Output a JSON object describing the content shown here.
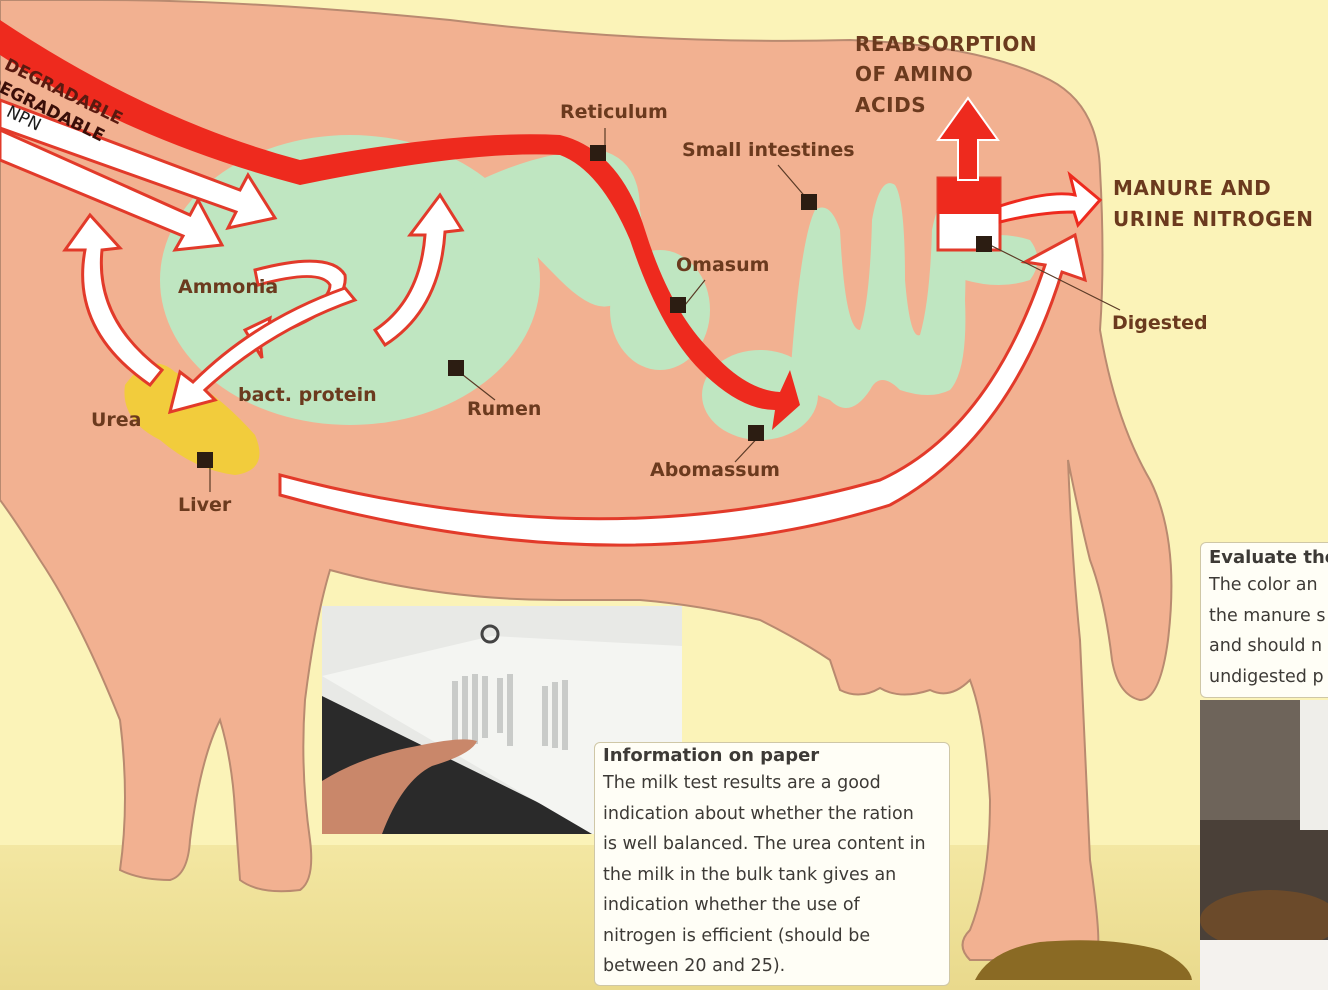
{
  "arrow_labels": {
    "degradable_1": "DEGRADABLE",
    "degradable_2": "DEGRADABLE",
    "npn": "NPN"
  },
  "organs": {
    "reticulum": "Reticulum",
    "small_intestines": "Small intestines",
    "omasum": "Omasum",
    "abomassum": "Abomassum",
    "rumen": "Rumen",
    "ammonia": "Ammonia",
    "bact_protein": "bact. protein",
    "urea": "Urea",
    "liver": "Liver",
    "digested": "Digested"
  },
  "outputs": {
    "reabsorption_line1": "REABSORPTION",
    "reabsorption_line2": "OF AMINO",
    "reabsorption_line3": "ACIDS",
    "manure_line1": "MANURE AND",
    "manure_line2": "URINE NITROGEN"
  },
  "info_box": {
    "title": "Information on paper",
    "lines": [
      "The milk test results are a good",
      "indication about whether the ration",
      "is well balanced. The urea content in",
      "the milk in the bulk tank gives an",
      "indication whether the use of",
      "nitrogen is efficient (should be",
      "between 20 and 25)."
    ]
  },
  "evaluate_box": {
    "title": "Evaluate the",
    "lines": [
      "The color an",
      "the manure s",
      "and should n",
      "undigested p"
    ]
  },
  "colors": {
    "background": "#fbf3b8",
    "cow_body": "#f2b191",
    "organs": "#bfe6c1",
    "flow_red": "#ee2a1e",
    "liver": "#f2cc3c",
    "label_brown": "#6b3a1e"
  }
}
